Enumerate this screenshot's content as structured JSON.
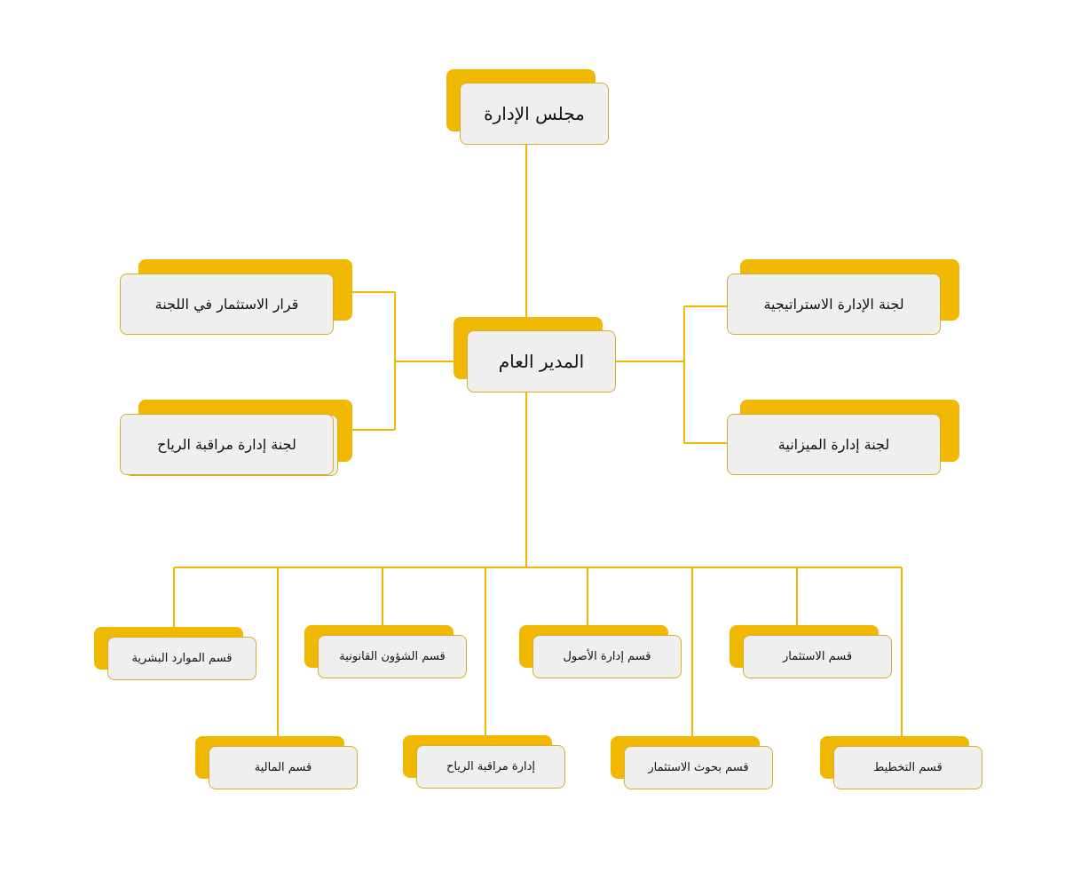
{
  "colors": {
    "accent": "#f0b800",
    "line": "#f0b800",
    "card": "#efefef",
    "border": "#d9ad2c"
  },
  "board": "مجلس الإدارة",
  "ceo": "المدير العام",
  "committees": {
    "investment_decision": "قرار الاستثمار في اللجنة",
    "risk_monitoring": "لجنة إدارة مراقبة الرياح",
    "strategic_management": "لجنة الإدارة الاستراتيجية",
    "budget_management": "لجنة إدارة الميزانية"
  },
  "departments": {
    "human_resources": "قسم الموارد البشرية",
    "legal_affairs": "قسم الشؤون القانونية",
    "asset_management": "قسم إدارة الأصول",
    "investment": "قسم الاستثمار",
    "finance": "قسم المالية",
    "risk_monitoring_admin": "إدارة مراقبة الرياح",
    "investment_research": "قسم بحوث الاستثمار",
    "planning": "قسم التخطيط"
  }
}
